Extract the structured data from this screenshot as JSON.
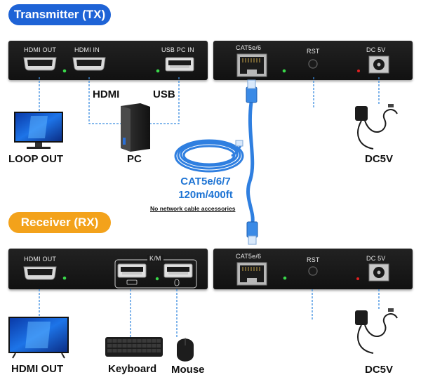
{
  "tx": {
    "title": "Transmitter (TX)",
    "color": "#1e63d6",
    "front": {
      "hdmi_out": "HDMI OUT",
      "hdmi_in": "HDMI IN",
      "usb_pc_in": "USB PC IN"
    },
    "back": {
      "cat": "CAT5e/6",
      "rst": "RST",
      "dc": "DC 5V"
    },
    "labels": {
      "hdmi": "HDMI",
      "usb": "USB",
      "loop_out": "LOOP OUT",
      "pc": "PC",
      "dc5v": "DC5V"
    }
  },
  "cable": {
    "type": "CAT5e/6/7",
    "length": "120m/400ft",
    "note": "No network cable accessories"
  },
  "rx": {
    "title": "Receiver (RX)",
    "color": "#f3a21b",
    "front": {
      "hdmi_out": "HDMI OUT",
      "km": "K/M"
    },
    "back": {
      "cat": "CAT5e/6",
      "rst": "RST",
      "dc": "DC 5V"
    },
    "labels": {
      "hdmi_out": "HDMI OUT",
      "keyboard": "Keyboard",
      "mouse": "Mouse",
      "dc5v": "DC5V"
    }
  },
  "colors": {
    "led_green": "#39d84a",
    "led_red": "#e02020",
    "dash_line": "#3b8de0",
    "cable_blue": "#2f7fe0"
  }
}
